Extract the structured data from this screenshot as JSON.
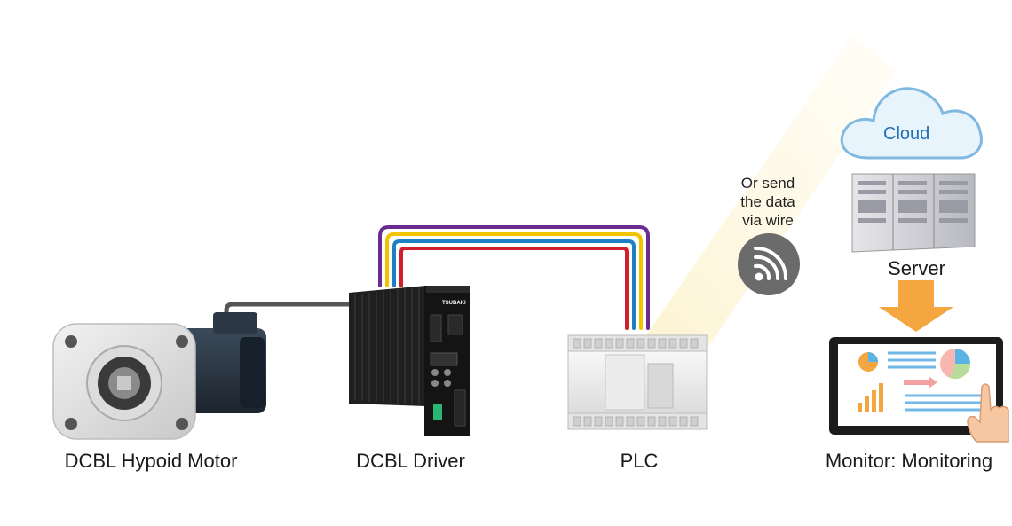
{
  "labels": {
    "motor": "DCBL Hypoid Motor",
    "driver": "DCBL Driver",
    "plc": "PLC",
    "monitor": "Monitor: Monitoring",
    "server": "Server",
    "cloud": "Cloud"
  },
  "wire_note": [
    "Or send",
    "the data",
    "via wire"
  ],
  "driver_brand": "TSUBAKI",
  "icons": {
    "wireless": "wireless-signal-icon",
    "arrow": "arrow-down-icon",
    "hand": "pointing-hand-icon"
  },
  "colors": {
    "cable_purple": "#6a2c91",
    "cable_yellow": "#f2c400",
    "cable_blue": "#1f7fc4",
    "cable_red": "#d0202e",
    "cloud_fill": "#e8f4fc",
    "cloud_stroke": "#7fb8e0",
    "arrow_orange": "#f4a640",
    "beam_yellow": "#fdf1c6"
  }
}
